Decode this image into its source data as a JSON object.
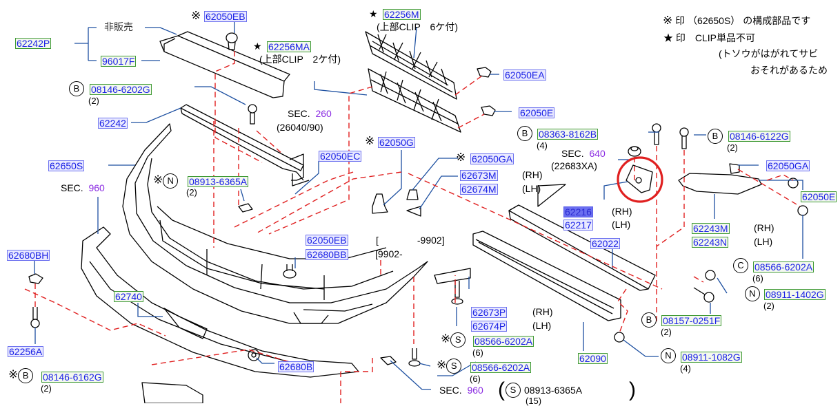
{
  "title": "Front bumper parts diagram",
  "notes": {
    "line1_mark": "※",
    "line1": "印 （62650S） の構成部品です",
    "line2_mark": "★",
    "line2": "印　CLIP単品不可",
    "line3": "(トソウがはがれてサビ",
    "line4": "おそれがあるため"
  },
  "symbols": {
    "kome": "※",
    "star": "★",
    "B": "B",
    "N": "N",
    "S": "S",
    "C": "C"
  },
  "labels": {
    "hihanbai": "非販売",
    "clip6": "(上部CLIP　6ケ付)",
    "clip2": "(上部CLIP　2ケ付)",
    "sec": "SEC.",
    "sec260": "260",
    "sec260_sub": "(26040/90)",
    "sec960": "960",
    "sec640": "640",
    "sec640_sub": "(22683XA)",
    "rh": "(RH)",
    "lh": "(LH)",
    "range1": "[　　　　-9902]",
    "range2": "[9902-",
    "bottom_part": "08913-6365A",
    "bottom_qty": "(15)"
  },
  "parts": {
    "p62242P": "62242P",
    "p96017F": "96017F",
    "p62050EB_top": "62050EB",
    "p62256MA": "62256MA",
    "p62256M": "62256M",
    "p62050EA": "62050EA",
    "p62050E_mid": "62050E",
    "p08146_6202G": "08146-6202G",
    "p62242": "62242",
    "p62050EC": "62050EC",
    "p62650S": "62650S",
    "p08913_6365A": "08913-6365A",
    "p62050G": "62050G",
    "p62050GA_mid": "62050GA",
    "p62673M": "62673M",
    "p62674M": "62674M",
    "p08363_8162B": "08363-8162B",
    "p08146_6122G": "08146-6122G",
    "p62050GA_right": "62050GA",
    "p62050E_right": "62050E",
    "p62216": "62216",
    "p62217": "62217",
    "p62243M": "62243M",
    "p62243N": "62243N",
    "p62022": "62022",
    "p62680BH": "62680BH",
    "p62050EB_mid": "62050EB",
    "p62680BB": "62680BB",
    "p08566_6202A_C": "08566-6202A",
    "p08911_1402G": "08911-1402G",
    "p62673P": "62673P",
    "p62674P": "62674P",
    "p08157_0251F": "08157-0251F",
    "p62740": "62740",
    "p08566_6202A_S1": "08566-6202A",
    "p62090": "62090",
    "p62256A": "62256A",
    "p08911_1082G": "08911-1082G",
    "p08146_6162G": "08146-6162G",
    "p62680B": "62680B",
    "p08566_6202A_S2": "08566-6202A"
  },
  "quantities": {
    "q2": "(2)",
    "q4": "(4)",
    "q6": "(6)"
  },
  "highlight": {
    "part": "62216",
    "color": "#e02020"
  }
}
